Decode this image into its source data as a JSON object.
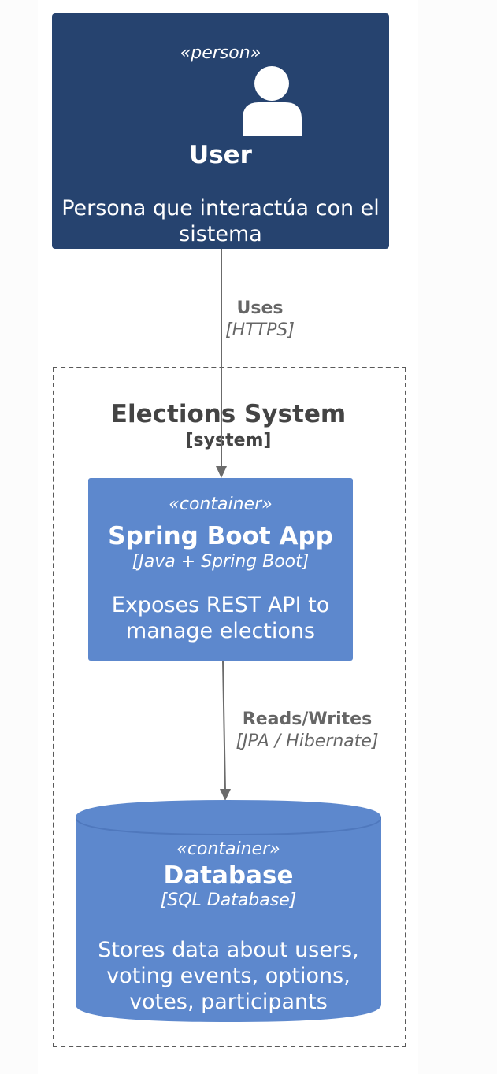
{
  "person": {
    "stereotype": "«person»",
    "name": "User",
    "description": "Persona que interactúa con el sistema"
  },
  "relation_uses": {
    "label": "Uses",
    "technology": "[HTTPS]"
  },
  "system_boundary": {
    "name": "Elections System",
    "type": "[system]"
  },
  "app_container": {
    "stereotype": "«container»",
    "name": "Spring Boot App",
    "technology": "[Java + Spring Boot]",
    "description": "Exposes REST API to manage elections"
  },
  "relation_reads_writes": {
    "label": "Reads/Writes",
    "technology": "[JPA / Hibernate]"
  },
  "db_container": {
    "stereotype": "«container»",
    "name": "Database",
    "technology": "[SQL Database]",
    "description": "Stores data about users, voting events, options, votes, participants"
  },
  "colors": {
    "person_fill": "#26436f",
    "container_fill": "#5d88cd",
    "boundary_stroke": "#5a5a5a",
    "arrow": "#6b6b6b",
    "label_text": "#666666"
  }
}
